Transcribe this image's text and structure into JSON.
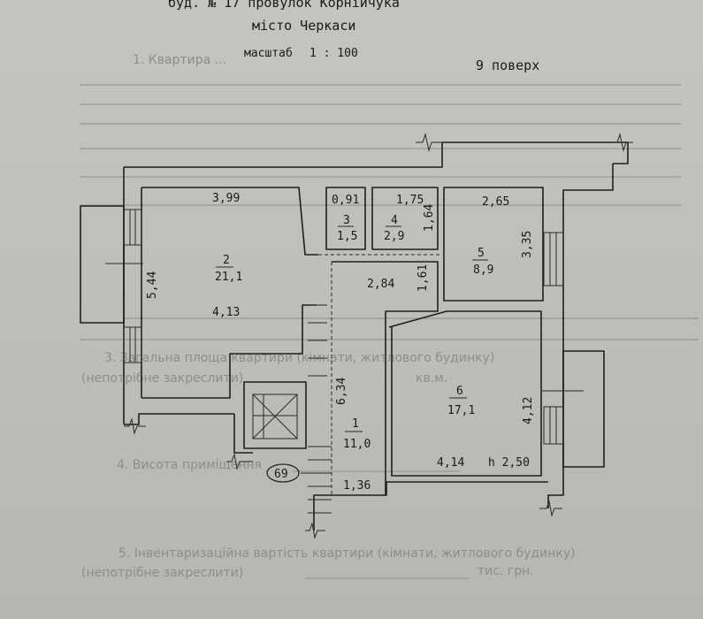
{
  "header": {
    "address_line": "буд. № 17 провулок Корнійчука",
    "city": "місто Черкаси",
    "scale_label": "масштаб",
    "scale_value": "1 : 100",
    "floor": "9 поверх"
  },
  "rooms": [
    {
      "id": "1",
      "area": "11,0",
      "dims": [
        "6,34",
        "1,36"
      ]
    },
    {
      "id": "2",
      "area": "21,1",
      "dims": [
        "3,99",
        "5,44",
        "4,13"
      ]
    },
    {
      "id": "3",
      "area": "1,5",
      "dims": [
        "0,91"
      ]
    },
    {
      "id": "4",
      "area": "2,9",
      "dims": [
        "1,75",
        "1,64"
      ]
    },
    {
      "id": "5",
      "area": "8,9",
      "dims": [
        "2,65",
        "3,35"
      ]
    },
    {
      "id": "6",
      "area": "17,1",
      "dims": [
        "4,12",
        "4,14"
      ]
    }
  ],
  "corridor": {
    "dims": [
      "2,84",
      "1,61"
    ]
  },
  "ceiling_height": "h 2,50",
  "stair_number": "69",
  "background_form": {
    "item1": "1. Квартира ...",
    "item3": "3. Загальна площа квартири (кімнати, житлового будинку)",
    "item3_note": "(непотрібне закреслити)",
    "unit_sqm": "кв.м.",
    "item4": "4. Висота приміщення",
    "item5": "5. Інвентаризаційна вартість квартири (кімнати, житлового будинку)",
    "item5_note": "(непотрібне закреслити)",
    "unit_uah": "тис. грн."
  }
}
